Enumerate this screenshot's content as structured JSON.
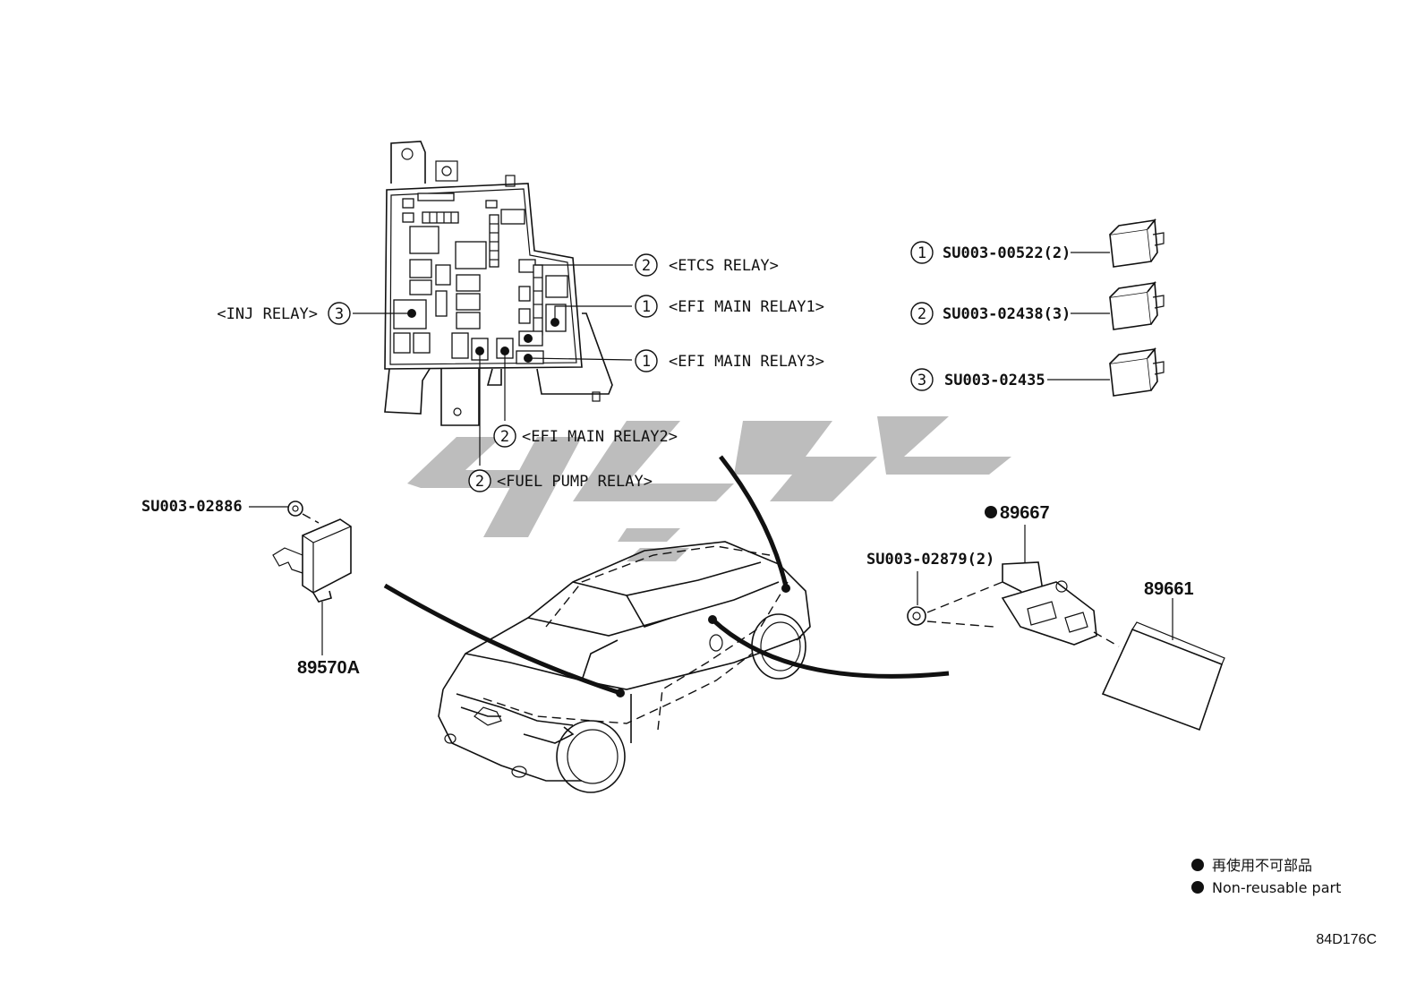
{
  "relay_box_labels": {
    "etcs": {
      "num": "2",
      "text": "<ETCS RELAY>"
    },
    "efi_main1": {
      "num": "1",
      "text": "<EFI MAIN RELAY1>"
    },
    "efi_main3": {
      "num": "1",
      "text": "<EFI MAIN RELAY3>"
    },
    "inj": {
      "num": "3",
      "text": "<INJ RELAY>"
    },
    "efi_main2": {
      "num": "2",
      "text": "<EFI MAIN RELAY2>"
    },
    "fuel_pump": {
      "num": "2",
      "text": "<FUEL PUMP RELAY>"
    }
  },
  "relay_parts": [
    {
      "num": "1",
      "code": "SU003-00522(2)"
    },
    {
      "num": "2",
      "code": "SU003-02438(3)"
    },
    {
      "num": "3",
      "code": "SU003-02435"
    }
  ],
  "left_assembly": {
    "screw": "SU003-02886",
    "part": "89570A"
  },
  "right_assembly": {
    "bracket": "89667",
    "nut": "SU003-02879(2)",
    "module": "89661"
  },
  "legend": {
    "line1": "再使用不可部品",
    "line2": "Non-reusable part"
  },
  "diagram_code": "84D176C"
}
